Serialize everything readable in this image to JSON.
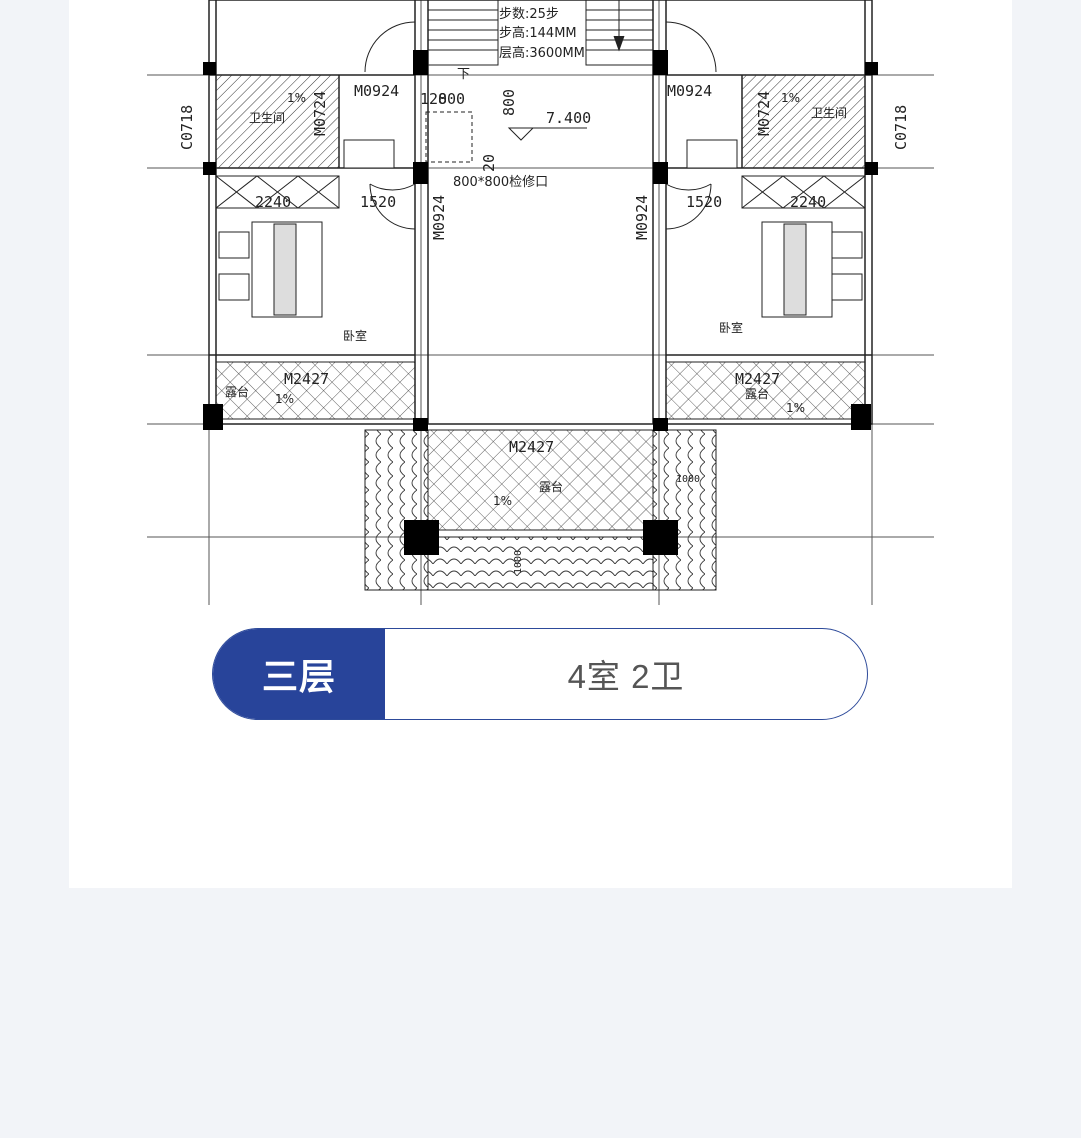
{
  "plan": {
    "doors": {
      "m0924_top_left": "M0924",
      "m0924_top_right": "M0924",
      "m0924_mid_left": "M0924",
      "m0924_mid_right": "M0924",
      "m0724_left": "M0724",
      "m0724_right": "M0724",
      "m2427_left": "M2427",
      "m2427_right": "M2427",
      "m2427_center": "M2427"
    },
    "windows": {
      "c0718_left": "C0718",
      "c0718_right": "C0718"
    },
    "stair_notes": {
      "steps": "步数:25步",
      "step_height": "步高:144MM",
      "floor_height": "层高:3600MM"
    },
    "elevation": "7.400",
    "access_hatch": "800*800检修口",
    "dimensions": {
      "d120": "120",
      "d800a": "800",
      "d800b": "800",
      "d20": "20",
      "d2240_left": "2240",
      "d1520_left": "1520",
      "d1520_right": "1520",
      "d2240_right": "2240",
      "d1000": "1000",
      "d1000_v": "1000"
    },
    "rooms": {
      "bath_left": "卫生间",
      "bath_right": "卫生间",
      "bed_left": "卧室",
      "bed_right": "卧室",
      "terrace_left": "露台",
      "terrace_right": "露台",
      "terrace_center": "露台"
    },
    "slopes": {
      "s1": "1%",
      "s2": "1%",
      "s3": "1%",
      "s4": "1%",
      "s5": "1%"
    },
    "stair_down": "下"
  },
  "floor_info": {
    "floor_label": "三层",
    "layout": "4室 2卫"
  },
  "colors": {
    "accent": "#28449a",
    "background": "#f2f4f8",
    "card": "#ffffff"
  }
}
